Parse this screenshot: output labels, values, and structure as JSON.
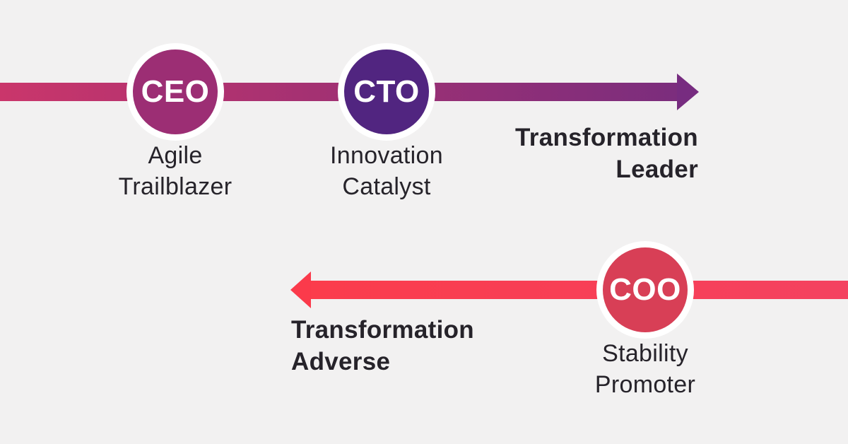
{
  "background_color": "#f2f1f1",
  "text_color": "#26232a",
  "top_flow": {
    "direction": "right",
    "arrow_label_lines": [
      "Transformation",
      "Leader"
    ],
    "arrow_gradient": {
      "start": "#ca366b",
      "end": "#772c80"
    },
    "nodes": [
      {
        "role": "CEO",
        "circle_color": "#9c2e74",
        "ring_color": "#ffffff",
        "descriptor_lines": [
          "Agile",
          "Trailblazer"
        ]
      },
      {
        "role": "CTO",
        "circle_color": "#512580",
        "ring_color": "#ffffff",
        "descriptor_lines": [
          "Innovation",
          "Catalyst"
        ]
      }
    ]
  },
  "bottom_flow": {
    "direction": "left",
    "arrow_label_lines": [
      "Transformation",
      "Adverse"
    ],
    "arrow_gradient": {
      "start": "#fb3c4c",
      "end": "#f44260"
    },
    "nodes": [
      {
        "role": "COO",
        "circle_color": "#d83f56",
        "ring_color": "#ffffff",
        "descriptor_lines": [
          "Stability",
          "Promoter"
        ]
      }
    ]
  }
}
